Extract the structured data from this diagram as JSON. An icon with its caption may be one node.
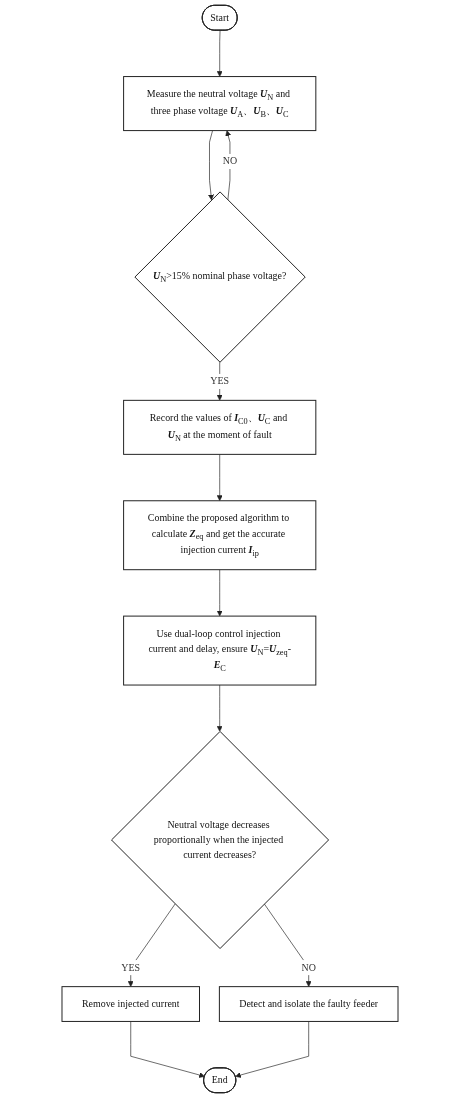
{
  "diagram": {
    "nodes": [
      {
        "text": [
          "Start"
        ]
      },
      {
        "text": [
          "Measure the neutral voltage **U**$_{N}$ and three phase voltage **U**$_{A}$、**U**$_{B}$、**U**$_{C}$"
        ]
      },
      {
        "text": [
          "**U**$_{N}$>15% nominal phase voltage?"
        ]
      },
      {
        "text": [
          "Record the values of **I**$_{C0}$、**U**$_{C}$ and **U**$_{N}$ at the moment of fault"
        ]
      },
      {
        "text": [
          "Combine the proposed algorithm to calculate **Z**$_{eq}$ and get the accurate injection current **I**$_{ip}$"
        ]
      },
      {
        "text": [
          "Use dual-loop control injection current and delay, ensure **U**$_{N}$=**U**$_{zeq}$-**E**$_{C}$"
        ]
      },
      {
        "text": [
          "Neutral voltage decreases proportionally when the injected current decreases?"
        ]
      },
      {
        "text": [
          "Remove injected current"
        ]
      },
      {
        "text": [
          "Detect and isolate the faulty feeder"
        ]
      },
      {
        "text": [
          "End"
        ]
      }
    ],
    "edges": [
      {
        "from": 0,
        "to": 1,
        "arrow": "to"
      },
      {
        "from": 1,
        "to": 2,
        "arrow": "to"
      },
      {
        "from": 2,
        "to": 1,
        "arrow": "to",
        "label": "NO"
      },
      {
        "from": 2,
        "to": 3,
        "arrow": "to",
        "label": "YES"
      },
      {
        "from": 3,
        "to": 4,
        "arrow": "to"
      },
      {
        "from": 4,
        "to": 5,
        "arrow": "to"
      },
      {
        "from": 5,
        "to": 6,
        "arrow": "to"
      },
      {
        "from": 6,
        "to": 7,
        "arrow": "to",
        "label": "YES"
      },
      {
        "from": 6,
        "to": 8,
        "arrow": "to",
        "label": "NO"
      },
      {
        "from": 7,
        "to": 9,
        "arrow": "to"
      },
      {
        "from": 8,
        "to": 9,
        "arrow": "to"
      }
    ]
  }
}
